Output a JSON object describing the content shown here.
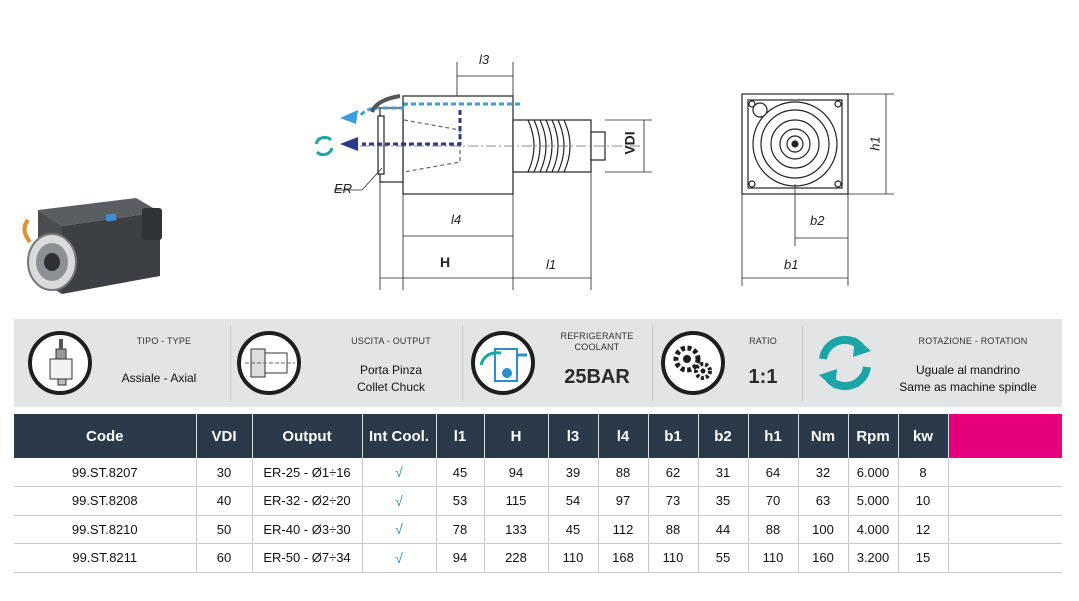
{
  "dimensions_labels": {
    "l3": "l3",
    "l4": "l4",
    "H": "H",
    "l1": "l1",
    "ER": "ER",
    "VDI": "VDI",
    "h1": "h1",
    "b2": "b2",
    "b1": "b1"
  },
  "specs": {
    "type": {
      "caption": "TIPO - TYPE",
      "value": "Assiale - Axial"
    },
    "output": {
      "caption": "USCITA - OUTPUT",
      "value_line1": "Porta Pinza",
      "value_line2": "Collet Chuck"
    },
    "coolant": {
      "caption_line1": "REFRIGERANTE",
      "caption_line2": "COOLANT",
      "value": "25BAR"
    },
    "ratio": {
      "caption": "RATIO",
      "value": "1:1"
    },
    "rotation": {
      "caption": "ROTAZIONE - ROTATION",
      "value_line1": "Uguale al mandrino",
      "value_line2": "Same as machine spindle"
    }
  },
  "colors": {
    "header_bg": "#2b3a4a",
    "accent_pink": "#e6007e",
    "coolant_blue": "#2a8fcf",
    "rotation_teal": "#1aa6a6"
  },
  "table": {
    "headers": [
      "Code",
      "VDI",
      "Output",
      "Int Cool.",
      "l1",
      "H",
      "l3",
      "l4",
      "b1",
      "b2",
      "h1",
      "Nm",
      "Rpm",
      "kw",
      ""
    ],
    "rows": [
      [
        "99.ST.8207",
        "30",
        "ER-25 - Ø1÷16",
        "√",
        "45",
        "94",
        "39",
        "88",
        "62",
        "31",
        "64",
        "32",
        "6.000",
        "8",
        ""
      ],
      [
        "99.ST.8208",
        "40",
        "ER-32 - Ø2÷20",
        "√",
        "53",
        "115",
        "54",
        "97",
        "73",
        "35",
        "70",
        "63",
        "5.000",
        "10",
        ""
      ],
      [
        "99.ST.8210",
        "50",
        "ER-40 - Ø3÷30",
        "√",
        "78",
        "133",
        "45",
        "112",
        "88",
        "44",
        "88",
        "100",
        "4.000",
        "12",
        ""
      ],
      [
        "99.ST.8211",
        "60",
        "ER-50 - Ø7÷34",
        "√",
        "94",
        "228",
        "110",
        "168",
        "110",
        "55",
        "110",
        "160",
        "3.200",
        "15",
        ""
      ]
    ]
  }
}
